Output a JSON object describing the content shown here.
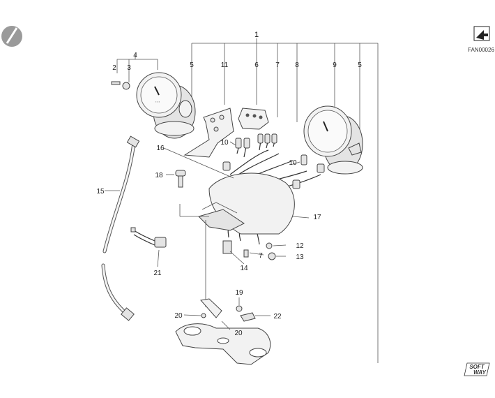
{
  "diagram": {
    "code": "FAN00026",
    "callouts": {
      "c1": "1",
      "c2": "2",
      "c3": "3",
      "c4": "4",
      "c5a": "5",
      "c5b": "5",
      "c6": "6",
      "c7a": "7",
      "c7b": "7",
      "c8": "8",
      "c9": "9",
      "c10a": "10",
      "c10b": "10",
      "c11": "11",
      "c12": "12",
      "c13": "13",
      "c14": "14",
      "c15": "15",
      "c16": "16",
      "c17": "17",
      "c18": "18",
      "c19": "19",
      "c20a": "20",
      "c20b": "20",
      "c21": "21",
      "c22": "22"
    },
    "logo_text": [
      "SOFT",
      "WAY"
    ],
    "colors": {
      "ink": "#333333",
      "badge": "#9a9a9a"
    }
  }
}
